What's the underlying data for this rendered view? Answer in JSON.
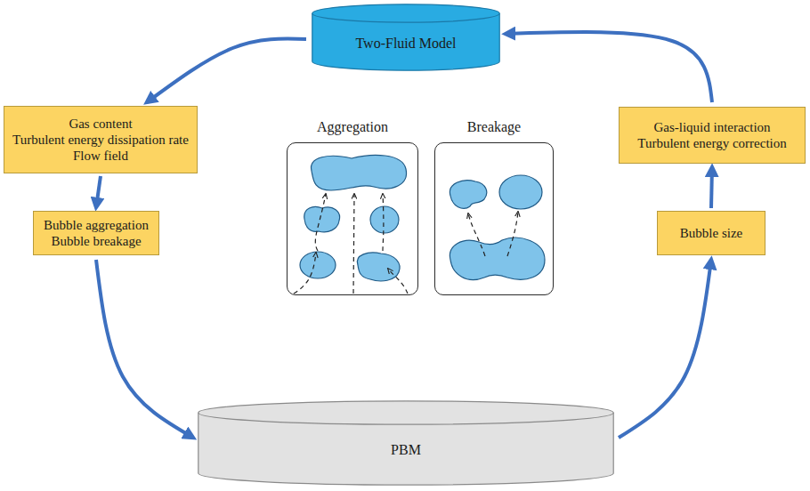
{
  "diagram": {
    "nodes": [
      {
        "text": [
          "Two-Fluid Model"
        ]
      },
      {
        "text": [
          "Gas content",
          "Turbulent energy dissipation rate",
          "Flow field"
        ]
      },
      {
        "text": [
          "Aggregation"
        ]
      },
      {
        "text": [
          "Breakage"
        ]
      },
      {
        "text": [
          "Gas-liquid interaction",
          "Turbulent energy correction"
        ]
      },
      {
        "text": [
          "Bubble aggregation",
          "Bubble breakage"
        ]
      },
      {
        "text": [
          "Bubble size"
        ]
      },
      {
        "text": [
          "PBM"
        ]
      }
    ],
    "edges": [
      {
        "from": 0,
        "to": 1,
        "arrow": "to"
      },
      {
        "from": 1,
        "to": 5,
        "arrow": "to"
      },
      {
        "from": 5,
        "to": 7,
        "arrow": "to"
      },
      {
        "from": 7,
        "to": 6,
        "arrow": "to"
      },
      {
        "from": 6,
        "to": 4,
        "arrow": "to"
      },
      {
        "from": 4,
        "to": 0,
        "arrow": "to"
      }
    ]
  }
}
